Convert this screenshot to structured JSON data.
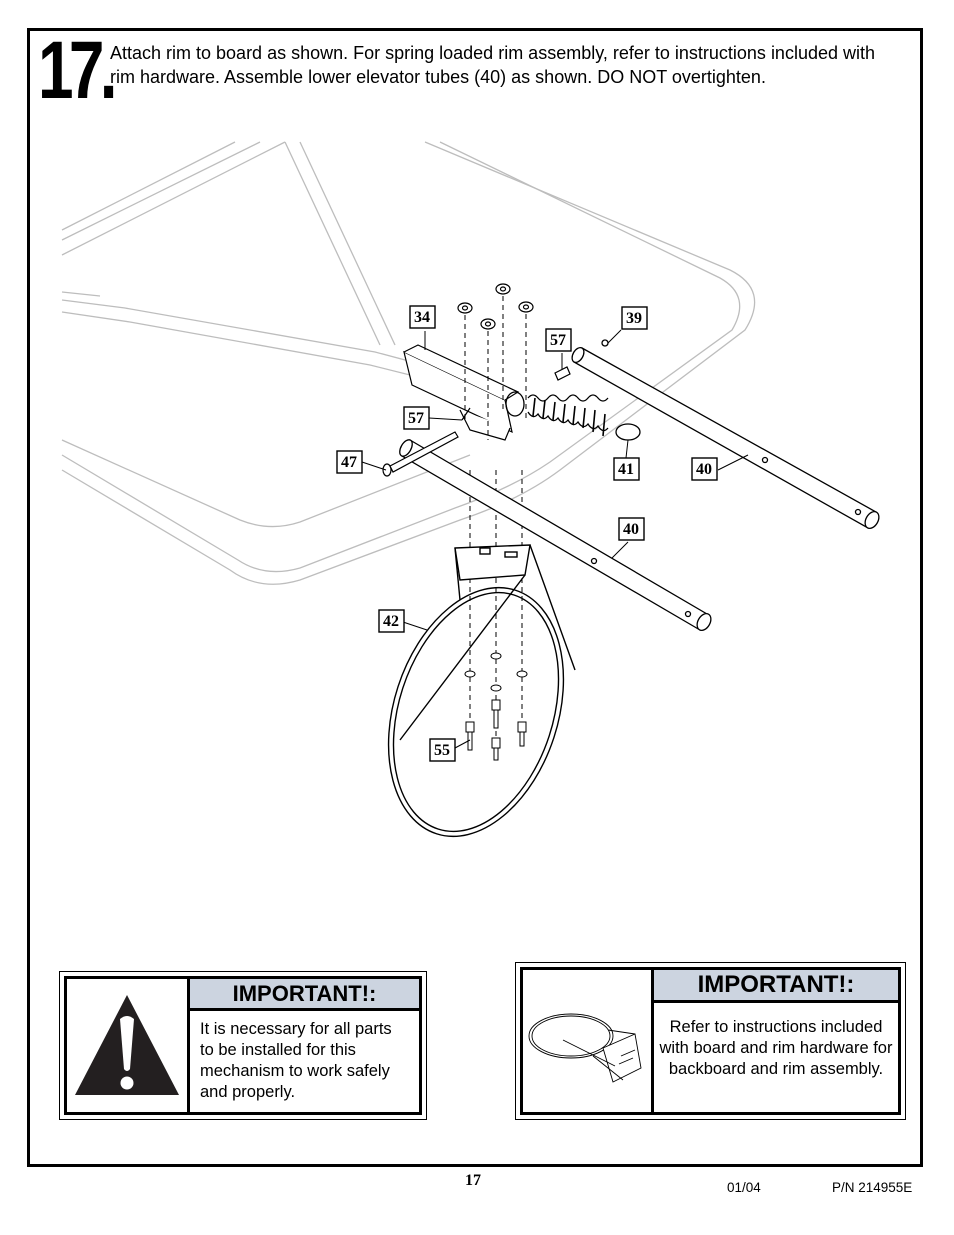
{
  "step": {
    "number": "17.",
    "instruction": "Attach rim to board as shown. For spring loaded rim assembly, refer to instructions included with rim hardware. Assemble lower elevator tubes (40) as shown. DO NOT overtighten."
  },
  "diagram": {
    "callouts": [
      "34",
      "57",
      "39",
      "57",
      "41",
      "40",
      "47",
      "40",
      "42",
      "55"
    ]
  },
  "notice_left": {
    "heading": "IMPORTANT!:",
    "text": "It is necessary for all parts to be installed for this mechanism to work safely and properly.",
    "icon": "warning-exclamation-icon"
  },
  "notice_right": {
    "heading": "IMPORTANT!:",
    "text": "Refer to instructions included with board and rim hardware for backboard and rim assembly.",
    "icon": "basketball-rim-icon"
  },
  "footer": {
    "page": "17",
    "date": "01/04",
    "part_number": "P/N 214955E"
  }
}
